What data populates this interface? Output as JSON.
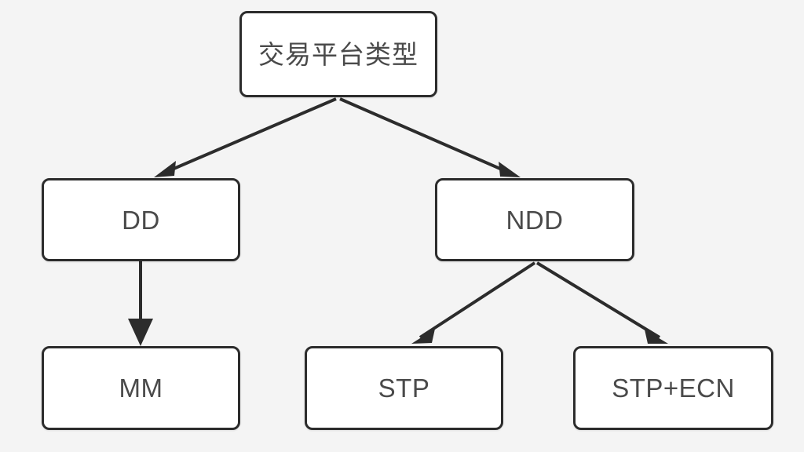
{
  "diagram": {
    "title": "交易平台类型",
    "background_color": "#f4f4f4",
    "node_fill_color": "#ffffff",
    "node_border_color": "#2c2c2c",
    "text_color": "#4a4a4a",
    "edge_color": "#2c2c2c",
    "nodes": [
      {
        "id": "root",
        "label": "交易平台类型",
        "lang": "zh"
      },
      {
        "id": "dd",
        "label": "DD",
        "lang": "en"
      },
      {
        "id": "ndd",
        "label": "NDD",
        "lang": "en"
      },
      {
        "id": "mm",
        "label": "MM",
        "lang": "en"
      },
      {
        "id": "stp",
        "label": "STP",
        "lang": "en"
      },
      {
        "id": "stpecn",
        "label": "STP+ECN",
        "lang": "en"
      }
    ],
    "edges": [
      {
        "id": "root-dd",
        "from": "交易平台类型",
        "to": "DD",
        "style": "arrow"
      },
      {
        "id": "root-ndd",
        "from": "交易平台类型",
        "to": "NDD",
        "style": "arrow"
      },
      {
        "id": "dd-mm",
        "from": "DD",
        "to": "MM",
        "style": "arrow"
      },
      {
        "id": "ndd-stp",
        "from": "NDD",
        "to": "STP",
        "style": "arrow"
      },
      {
        "id": "ndd-stpecn",
        "from": "NDD",
        "to": "STP+ECN",
        "style": "arrow"
      }
    ]
  }
}
